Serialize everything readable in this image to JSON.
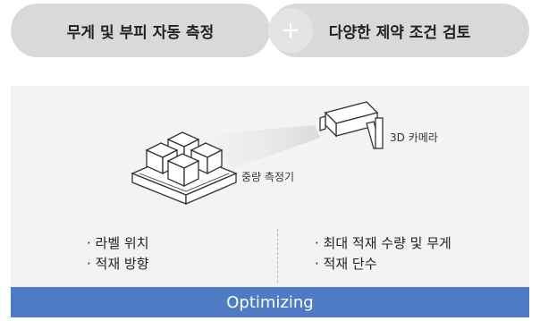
{
  "top": {
    "left_label": "무게 및 부피 자동 측정",
    "plus_symbol": "+",
    "right_label": "다양한 제약 조건 검토"
  },
  "illustration": {
    "camera_label": "3D 카메라",
    "scale_label": "중량 측정기"
  },
  "left_items": [
    "· 라벨 위치",
    "· 적재 방향"
  ],
  "right_items": [
    "· 최대 적재 수량 및 무게",
    "· 적재 단수"
  ],
  "footer": {
    "label": "Optimizing"
  },
  "colors": {
    "footer_bg": "#4e7bc3",
    "pill_bg": "#d9d9d9",
    "panel_bg": "#f3f3f3"
  }
}
